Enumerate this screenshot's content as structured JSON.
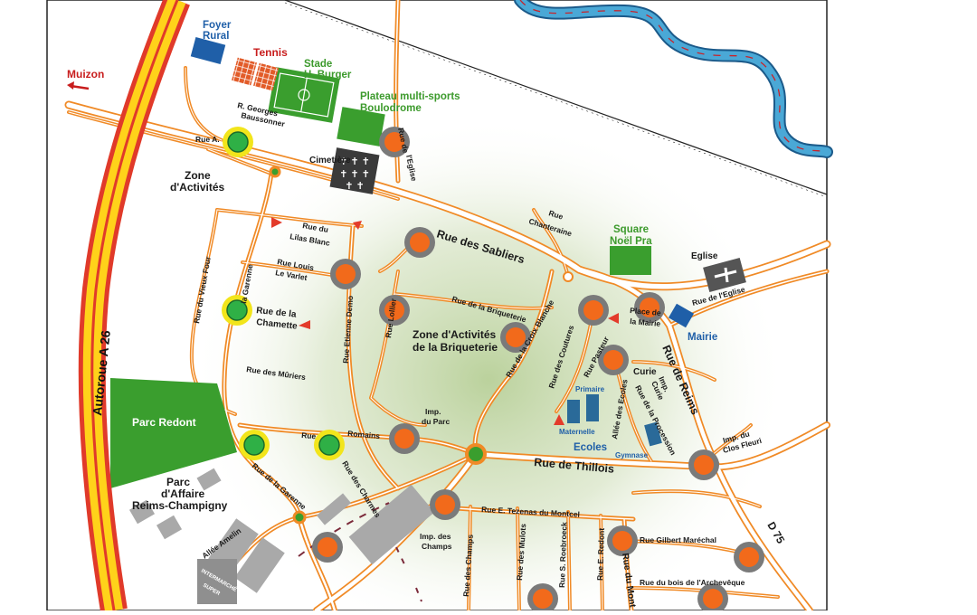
{
  "map": {
    "colors": {
      "road": "#f08a26",
      "park": "#3a9e2e",
      "water": "#4aa8d6",
      "highway_red": "#e03a2a",
      "highway_yellow": "#ffd21a",
      "building_blue": "#1f5fa8",
      "stop_orange": "#f26a1b",
      "stop_ring": "#7a7a7a",
      "green_stop": "#2fb046",
      "green_stop_ring": "#f2e51b",
      "building_grey": "#a9a9a9"
    },
    "highway": {
      "label": "Autoroue A 26"
    },
    "departmental_road": {
      "label": "D 75"
    },
    "direction": {
      "label": "Muizon",
      "icon": "arrow-left-icon"
    },
    "places": {
      "foyer_rural": [
        "Foyer",
        "Rural"
      ],
      "tennis": "Tennis",
      "stade": [
        "Stade",
        "H. Burger"
      ],
      "plateau": [
        "Plateau multi-sports",
        "Boulodrome"
      ],
      "cimetiere": "Cimetière",
      "zone_activites": [
        "Zone",
        "d'Activités"
      ],
      "zone_briqueterie": [
        "Zone d'Activités",
        "de la Briqueterie"
      ],
      "square": [
        "Square",
        "Noël Pra"
      ],
      "eglise": "Eglise",
      "mairie": "Mairie",
      "parc_redont": "Parc Redont",
      "parc_affaire": [
        "Parc",
        "d'Affaire",
        "Reims-Champigny"
      ],
      "primaire": "Primaire",
      "maternelle": "Maternelle",
      "ecoles": "Ecoles",
      "gymnase": "Gymnase",
      "intermarche": [
        "INTERMARCHÉ",
        "SUPER"
      ]
    },
    "streets": {
      "georges": [
        "R. Georges",
        "Baussonner"
      ],
      "rue_a": "Rue A.",
      "eglise_road": [
        "Rue de",
        "l'Eglise"
      ],
      "sabliers": "Rue des Sabliers",
      "chanteraine": [
        "Rue",
        "Chanteraine"
      ],
      "lilas": [
        "Rue du",
        "Lilas Blanc"
      ],
      "louis": [
        "Rue Louis",
        "Le Varlet"
      ],
      "garenne_top": "la Garenne",
      "vieux_four": "Rue du Vieux Four",
      "chamette": [
        "Rue de la",
        "Chamette"
      ],
      "demo": "Rue Etienne Demo",
      "lollier": "Rue Lollier",
      "briqueterie": "Rue de la Briqueterie",
      "croix_blanche": "Rue de la Croix Blanche",
      "couture": "Rue des Coutures",
      "pasteur": "Rue Pasteur",
      "place_mairie": [
        "Place de",
        "la Mairie"
      ],
      "rue_eglise": "Rue de l'Eglise",
      "reims": "Rue de Reims",
      "curie": "Curie",
      "imp_curie": [
        "Imp.",
        "Curie"
      ],
      "ecoles_allee": "Allée des Ecoles",
      "procession": "Rue de la Procession",
      "muriers": "Rue des Mûriers",
      "imp_parc": [
        "Imp.",
        "du Parc"
      ],
      "romains": "Romains",
      "rue_romains_prefix": "Rue",
      "charmes": "Rue des Charmes",
      "garenne_bottom": "Rue de la Garenne",
      "thillois": "Rue de Thillois",
      "clos_fleuri": [
        "Imp. du",
        "Clos Fleuri"
      ],
      "tezenas": "Rue E. Tezenas du Montcel",
      "imp_champs": [
        "Imp. des",
        "Champs"
      ],
      "rue_champs": "Rue des Champs",
      "mulots": "Rue des Mulots",
      "roebroeck": "Rue S. Roebroeck",
      "redont": "Rue E. Redont",
      "mont": "Rue du Mont",
      "marechal": "Rue Gilbert Maréchal",
      "archeveque": "Rue du bois de l'Archevêque",
      "amelin": "Allée Amelin"
    }
  }
}
